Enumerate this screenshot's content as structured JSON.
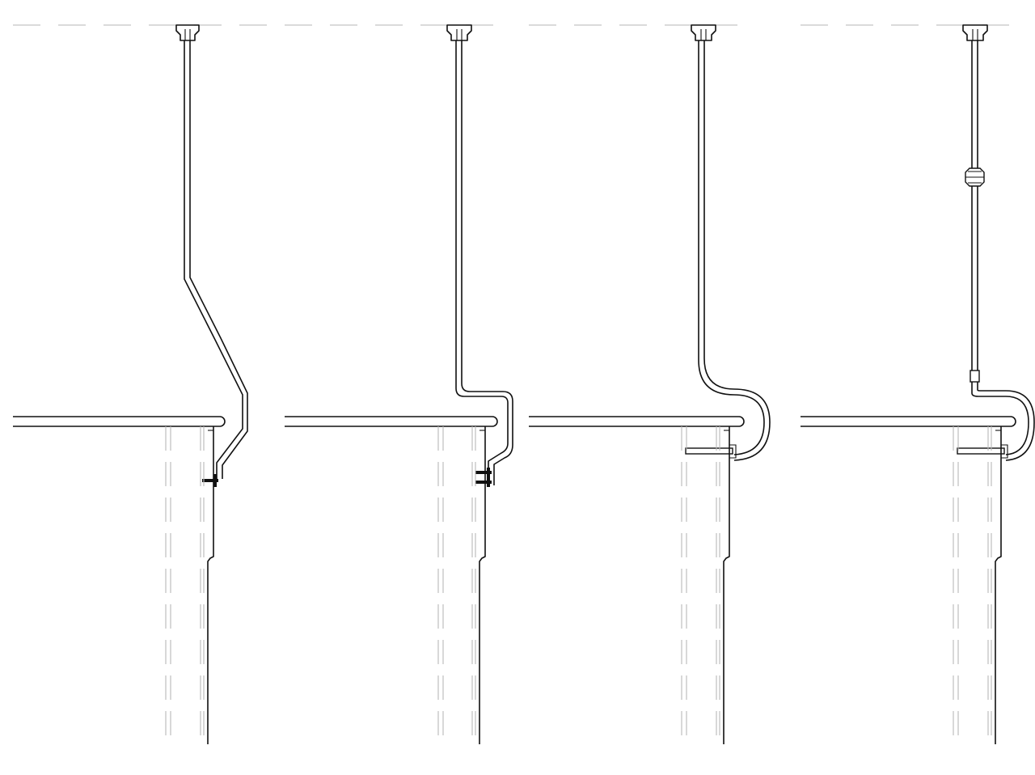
{
  "drawing": {
    "ink_color": "#111111",
    "hidden_line_color": "#b9b9b9",
    "reference_line_color": "#c4c4c4",
    "background_color": "#ffffff",
    "details": [
      {
        "id": "detail-1",
        "rail": "angled-drop-to-bracket",
        "fixing": "single-bolt"
      },
      {
        "id": "detail-2",
        "rail": "square-offset-to-bracket",
        "fixing": "double-bolt"
      },
      {
        "id": "detail-3",
        "rail": "curved-return-over-edge",
        "fixing": "plate-bracket"
      },
      {
        "id": "detail-4",
        "rail": "curved-return-with-collar",
        "fixing": "plate-bracket"
      }
    ]
  }
}
